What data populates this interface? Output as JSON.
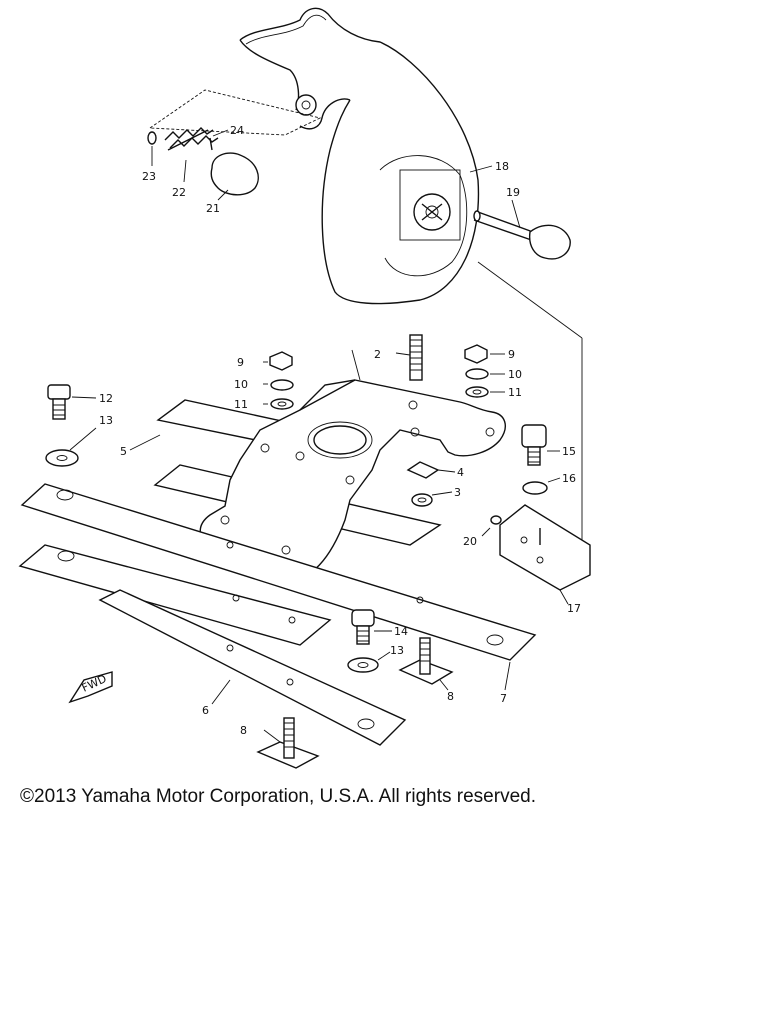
{
  "diagram": {
    "part_labels": [
      {
        "id": "p24",
        "text": "24"
      },
      {
        "id": "p23",
        "text": "23"
      },
      {
        "id": "p22",
        "text": "22"
      },
      {
        "id": "p21",
        "text": "21"
      },
      {
        "id": "p18",
        "text": "18"
      },
      {
        "id": "p19",
        "text": "19"
      },
      {
        "id": "p2",
        "text": "2"
      },
      {
        "id": "p9a",
        "text": "9"
      },
      {
        "id": "p10a",
        "text": "10"
      },
      {
        "id": "p11a",
        "text": "11"
      },
      {
        "id": "p9b",
        "text": "9"
      },
      {
        "id": "p10b",
        "text": "10"
      },
      {
        "id": "p11b",
        "text": "11"
      },
      {
        "id": "p12",
        "text": "12"
      },
      {
        "id": "p13a",
        "text": "13"
      },
      {
        "id": "p5a",
        "text": "5"
      },
      {
        "id": "p15",
        "text": "15"
      },
      {
        "id": "p16",
        "text": "16"
      },
      {
        "id": "p4",
        "text": "4"
      },
      {
        "id": "p3",
        "text": "3"
      },
      {
        "id": "p20",
        "text": "20"
      },
      {
        "id": "p17",
        "text": "17"
      },
      {
        "id": "p14",
        "text": "14"
      },
      {
        "id": "p13b",
        "text": "13"
      },
      {
        "id": "p8a",
        "text": "8"
      },
      {
        "id": "p7",
        "text": "7"
      },
      {
        "id": "p6",
        "text": "6"
      },
      {
        "id": "p8b",
        "text": "8"
      }
    ],
    "fwd_marker": "FWD"
  },
  "footer": {
    "copyright": "©2013 Yamaha Motor Corporation, U.S.A. All rights reserved."
  }
}
